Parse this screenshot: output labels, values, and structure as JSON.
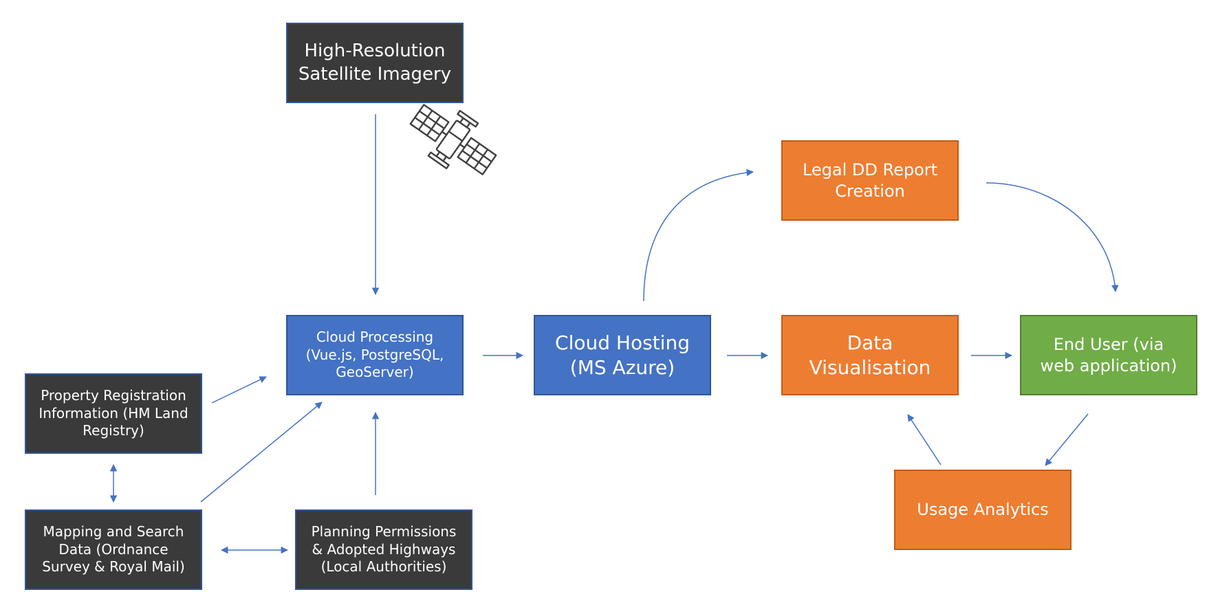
{
  "colors": {
    "dark_box": "#3a3a3a",
    "blue_box": "#4472c4",
    "orange_box": "#ed7d31",
    "green_box": "#70ad47",
    "arrow": "#4472c4"
  },
  "nodes": {
    "satellite_imagery": "High-Resolution\nSatellite Imagery",
    "cloud_processing": "Cloud Processing\n(Vue.js, PostgreSQL,\nGeoServer)",
    "cloud_hosting": "Cloud Hosting\n(MS Azure)",
    "legal_dd_report": "Legal DD Report\nCreation",
    "data_visualisation": "Data\nVisualisation",
    "end_user": "End User (via\nweb application)",
    "usage_analytics": "Usage Analytics",
    "property_registration": "Property Registration\nInformation (HM Land\nRegistry)",
    "mapping_search": "Mapping and Search\nData (Ordnance\nSurvey & Royal Mail)",
    "planning_permissions": "Planning Permissions\n& Adopted Highways\n(Local Authorities)"
  },
  "icons": {
    "satellite": "satellite-icon"
  }
}
